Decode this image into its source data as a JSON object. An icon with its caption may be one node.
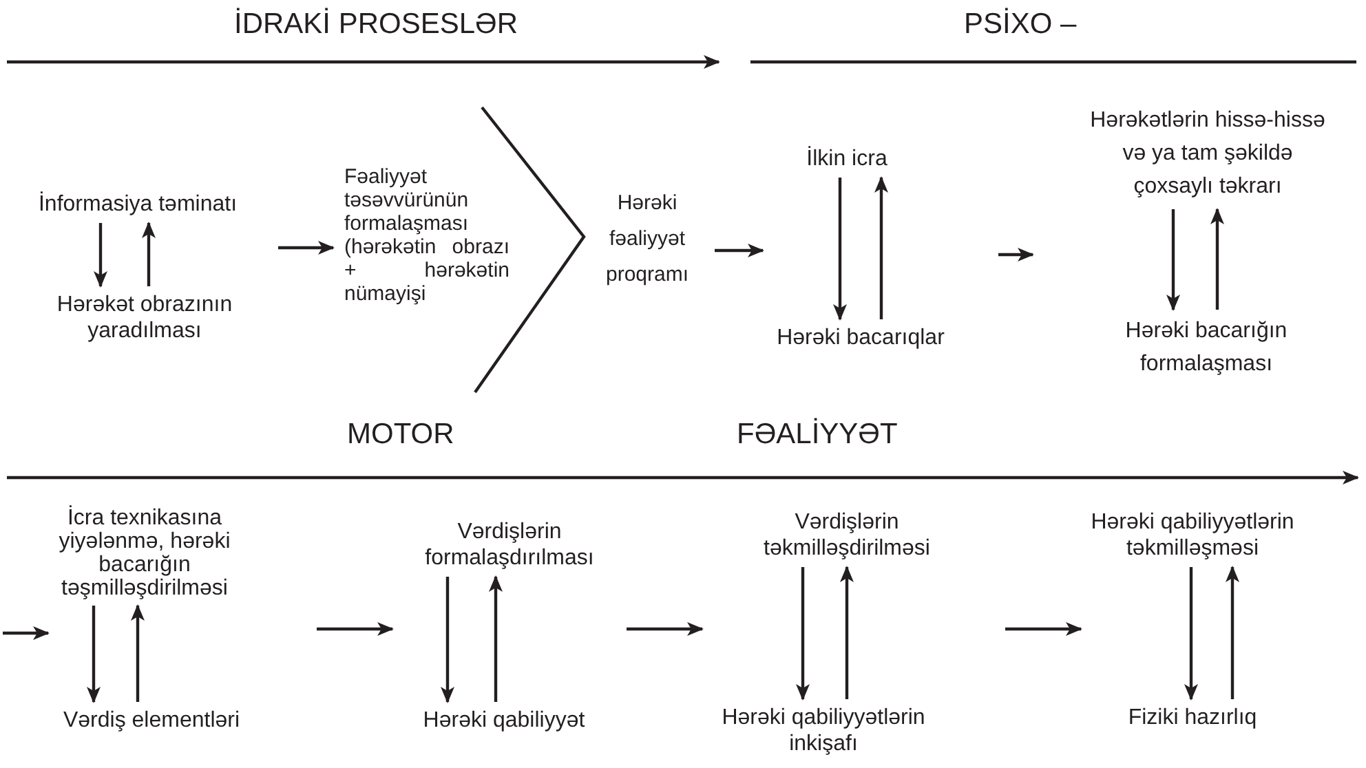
{
  "diagram": {
    "nodes": [
      {
        "text": [
          "İnformasiya təminatı"
        ]
      },
      {
        "text": [
          "Hərəkət obrazının yaradılması"
        ]
      },
      {
        "text": [
          "Fəaliyyət təsəvvürünün formalaşması (hərəkətin obrazı + hərəkətin nümayişi"
        ]
      },
      {
        "text": [
          "Hərəki fəaliyyət proqramı"
        ]
      },
      {
        "text": [
          "İlkin icra"
        ]
      },
      {
        "text": [
          "Hərəki bacarıqlar"
        ]
      },
      {
        "text": [
          "Hərəkətlərin hissə-hissə və ya tam şəkildə çoxsaylı təkrarı"
        ]
      },
      {
        "text": [
          "Hərəki bacarığın formalaşması"
        ]
      },
      {
        "text": [
          "İcra texnikasına yiyələnmə, hərəki bacarığın təşmilləşdirilməsi"
        ]
      },
      {
        "text": [
          "Vərdiş elementləri"
        ]
      },
      {
        "text": [
          "Vərdişlərin formalaşdırılması"
        ]
      },
      {
        "text": [
          "Hərəki qabiliyyət"
        ]
      },
      {
        "text": [
          "Vərdişlərin təkmilləşdirilməsi"
        ]
      },
      {
        "text": [
          "Hərəki qabiliyyətlərin inkişafı"
        ]
      },
      {
        "text": [
          "Hərəki qabiliyyətlərin təkmilləşməsi"
        ]
      },
      {
        "text": [
          "Fiziki hazırlıq"
        ]
      }
    ],
    "edges": [
      {
        "from": 0,
        "to": 1,
        "arrow": "to"
      },
      {
        "from": 1,
        "to": 0,
        "arrow": "to"
      },
      {
        "from": null,
        "to": 2,
        "arrow": "to"
      },
      {
        "from": 3,
        "to": null,
        "arrow": "to"
      },
      {
        "from": 4,
        "to": 5,
        "arrow": "to"
      },
      {
        "from": 5,
        "to": 4,
        "arrow": "to"
      },
      {
        "from": 6,
        "to": 7,
        "arrow": "to"
      },
      {
        "from": 7,
        "to": 6,
        "arrow": "to"
      },
      {
        "from": 8,
        "to": 9,
        "arrow": "to"
      },
      {
        "from": 9,
        "to": 8,
        "arrow": "to"
      },
      {
        "from": 10,
        "to": 11,
        "arrow": "to"
      },
      {
        "from": 11,
        "to": 10,
        "arrow": "to"
      },
      {
        "from": 12,
        "to": 13,
        "arrow": "to"
      },
      {
        "from": 13,
        "to": 12,
        "arrow": "to"
      },
      {
        "from": 14,
        "to": 15,
        "arrow": "to"
      },
      {
        "from": 15,
        "to": 14,
        "arrow": "to"
      },
      {
        "from": null,
        "to": 8,
        "arrow": "to"
      }
    ],
    "labels": [
      "İDRAKİ PROSESLƏR",
      "PSİXO –",
      "MOTOR",
      "FƏALİYYƏT"
    ]
  }
}
